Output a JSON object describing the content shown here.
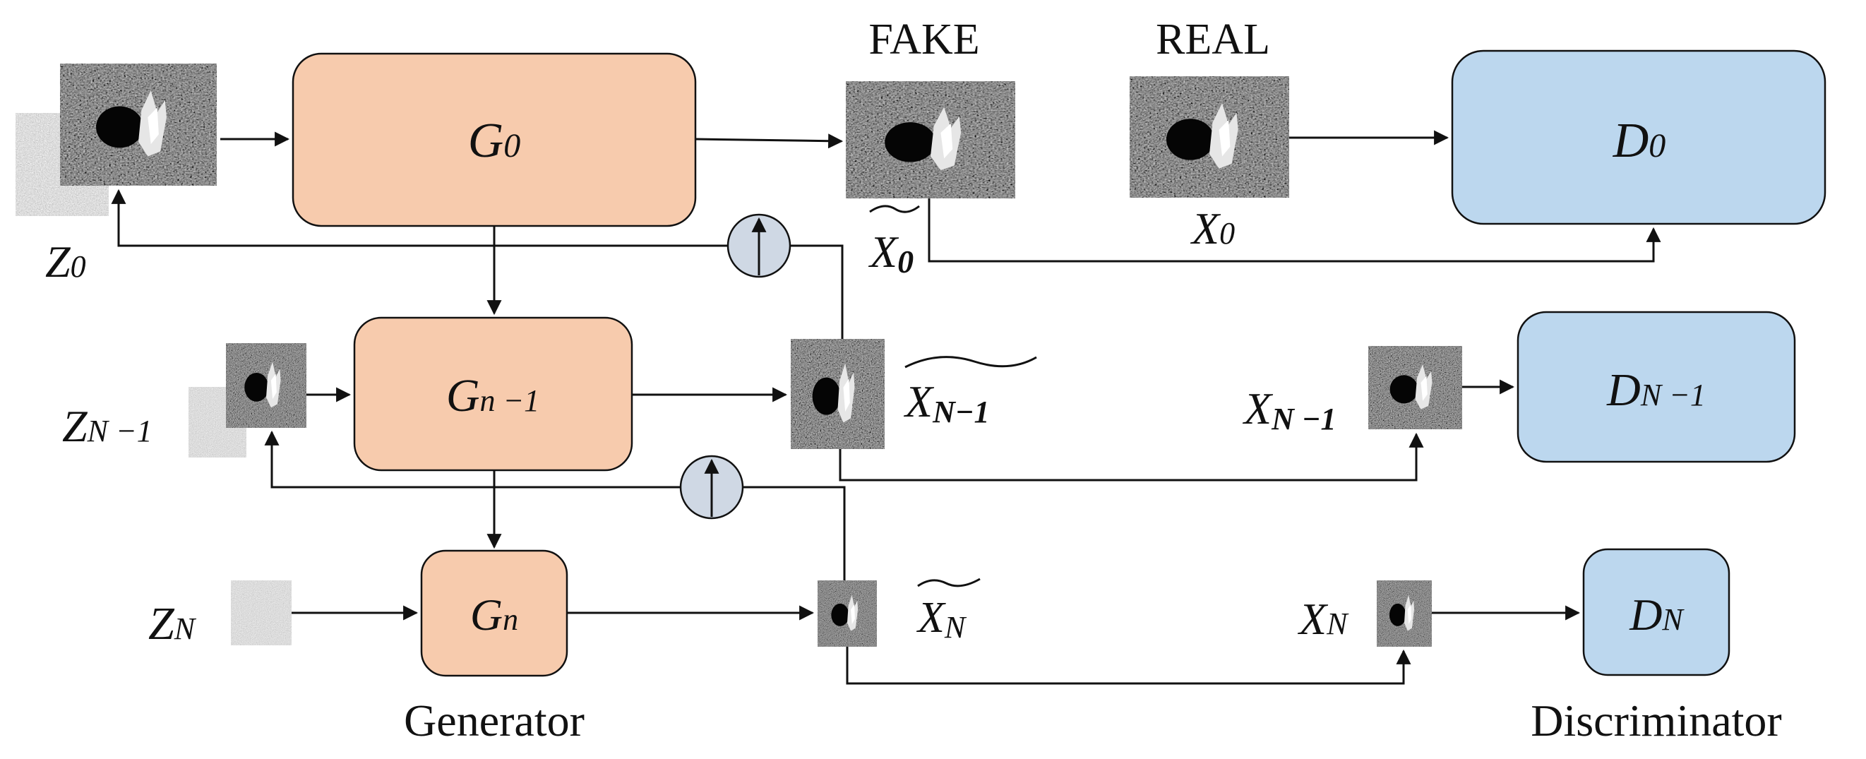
{
  "headers": {
    "fake": "FAKE",
    "real": "REAL"
  },
  "generators": [
    {
      "id": "g0",
      "base": "G",
      "sub": "0"
    },
    {
      "id": "gn1",
      "base": "G",
      "sub": "n −1"
    },
    {
      "id": "gn",
      "base": "G",
      "sub": "n"
    }
  ],
  "discriminators": [
    {
      "id": "d0",
      "base": "D",
      "sub": "0"
    },
    {
      "id": "dn1",
      "base": "D",
      "sub": "N −1"
    },
    {
      "id": "dn",
      "base": "D",
      "sub": "N"
    }
  ],
  "noise_inputs": [
    {
      "id": "z0",
      "base": "Z",
      "sub": "0"
    },
    {
      "id": "zn1",
      "base": "Z",
      "sub": "N −1"
    },
    {
      "id": "zn",
      "base": "Z",
      "sub": "N"
    }
  ],
  "fake_outputs": [
    {
      "id": "x0t",
      "base": "X",
      "sub": "0"
    },
    {
      "id": "xn1t",
      "base": "X",
      "sub": "N−1"
    },
    {
      "id": "xnt",
      "base": "X",
      "sub": "N"
    }
  ],
  "real_inputs": [
    {
      "id": "x0",
      "base": "X",
      "sub": "0"
    },
    {
      "id": "xn1",
      "base": "X",
      "sub": "N −1"
    },
    {
      "id": "xn",
      "base": "X",
      "sub": "N"
    }
  ],
  "captions": {
    "generator": "Generator",
    "discriminator": "Discriminator"
  }
}
